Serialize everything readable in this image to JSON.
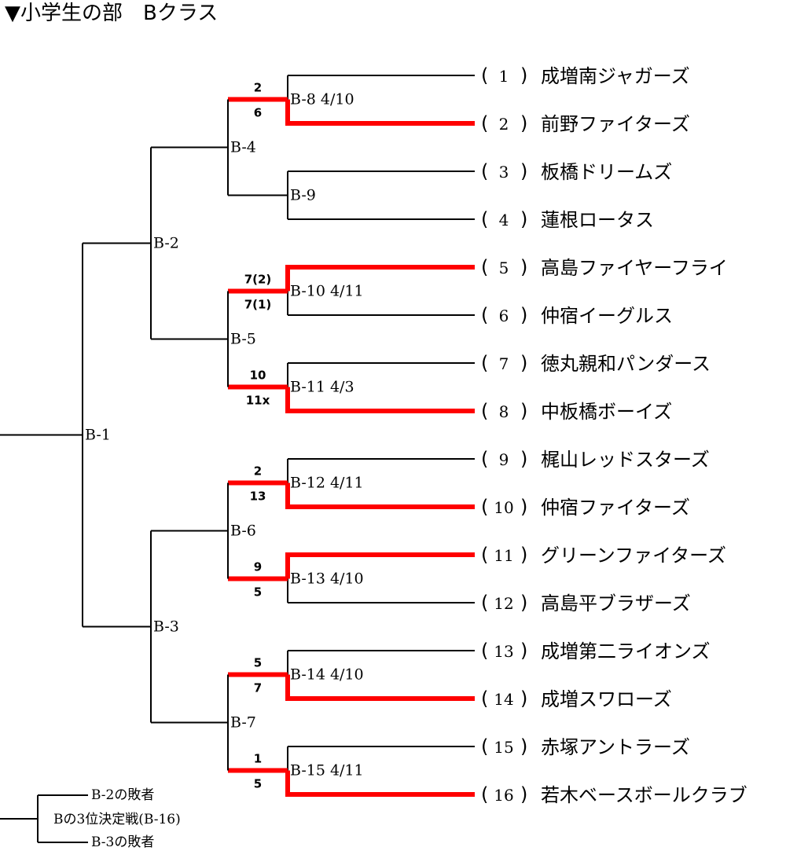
{
  "title": "▼小学生の部　Bクラス",
  "colors": {
    "line": "#000000",
    "winner": "#ff0000",
    "background": "#ffffff"
  },
  "teams": [
    {
      "seed": "1",
      "name": "成増南ジャガーズ"
    },
    {
      "seed": "2",
      "name": "前野ファイターズ"
    },
    {
      "seed": "3",
      "name": "板橋ドリームズ"
    },
    {
      "seed": "4",
      "name": "蓮根ロータス"
    },
    {
      "seed": "5",
      "name": "高島ファイヤーフライ"
    },
    {
      "seed": "6",
      "name": "仲宿イーグルス"
    },
    {
      "seed": "7",
      "name": "徳丸親和パンダース"
    },
    {
      "seed": "8",
      "name": "中板橋ボーイズ"
    },
    {
      "seed": "9",
      "name": "梶山レッドスターズ"
    },
    {
      "seed": "10",
      "name": "仲宿ファイターズ"
    },
    {
      "seed": "11",
      "name": "グリーンファイターズ"
    },
    {
      "seed": "12",
      "name": "高島平ブラザーズ"
    },
    {
      "seed": "13",
      "name": "成増第二ライオンズ"
    },
    {
      "seed": "14",
      "name": "成増スワローズ"
    },
    {
      "seed": "15",
      "name": "赤塚アントラーズ"
    },
    {
      "seed": "16",
      "name": "若木ベースボールクラブ"
    }
  ],
  "first_round": [
    {
      "label": "B-8 4/10",
      "score_top": "2",
      "score_bottom": "6",
      "winner": "bottom"
    },
    {
      "label": "B-9",
      "score_top": "",
      "score_bottom": "",
      "winner": ""
    },
    {
      "label": "B-10 4/11",
      "score_top": "7(2)",
      "score_bottom": "7(1)",
      "winner": "top"
    },
    {
      "label": "B-11 4/3",
      "score_top": "10",
      "score_bottom": "11x",
      "winner": "bottom"
    },
    {
      "label": "B-12 4/11",
      "score_top": "2",
      "score_bottom": "13",
      "winner": "bottom"
    },
    {
      "label": "B-13 4/10",
      "score_top": "9",
      "score_bottom": "5",
      "winner": "top"
    },
    {
      "label": "B-14 4/10",
      "score_top": "5",
      "score_bottom": "7",
      "winner": "bottom"
    },
    {
      "label": "B-15 4/11",
      "score_top": "1",
      "score_bottom": "5",
      "winner": "bottom"
    }
  ],
  "quarter_finals": [
    "B-4",
    "B-5",
    "B-6",
    "B-7"
  ],
  "semi_finals": [
    "B-2",
    "B-3"
  ],
  "final": "B-1",
  "third_place": {
    "top": "B-2の敗者",
    "label": "Bの3位決定戦(B-16)",
    "bottom": "B-3の敗者"
  }
}
